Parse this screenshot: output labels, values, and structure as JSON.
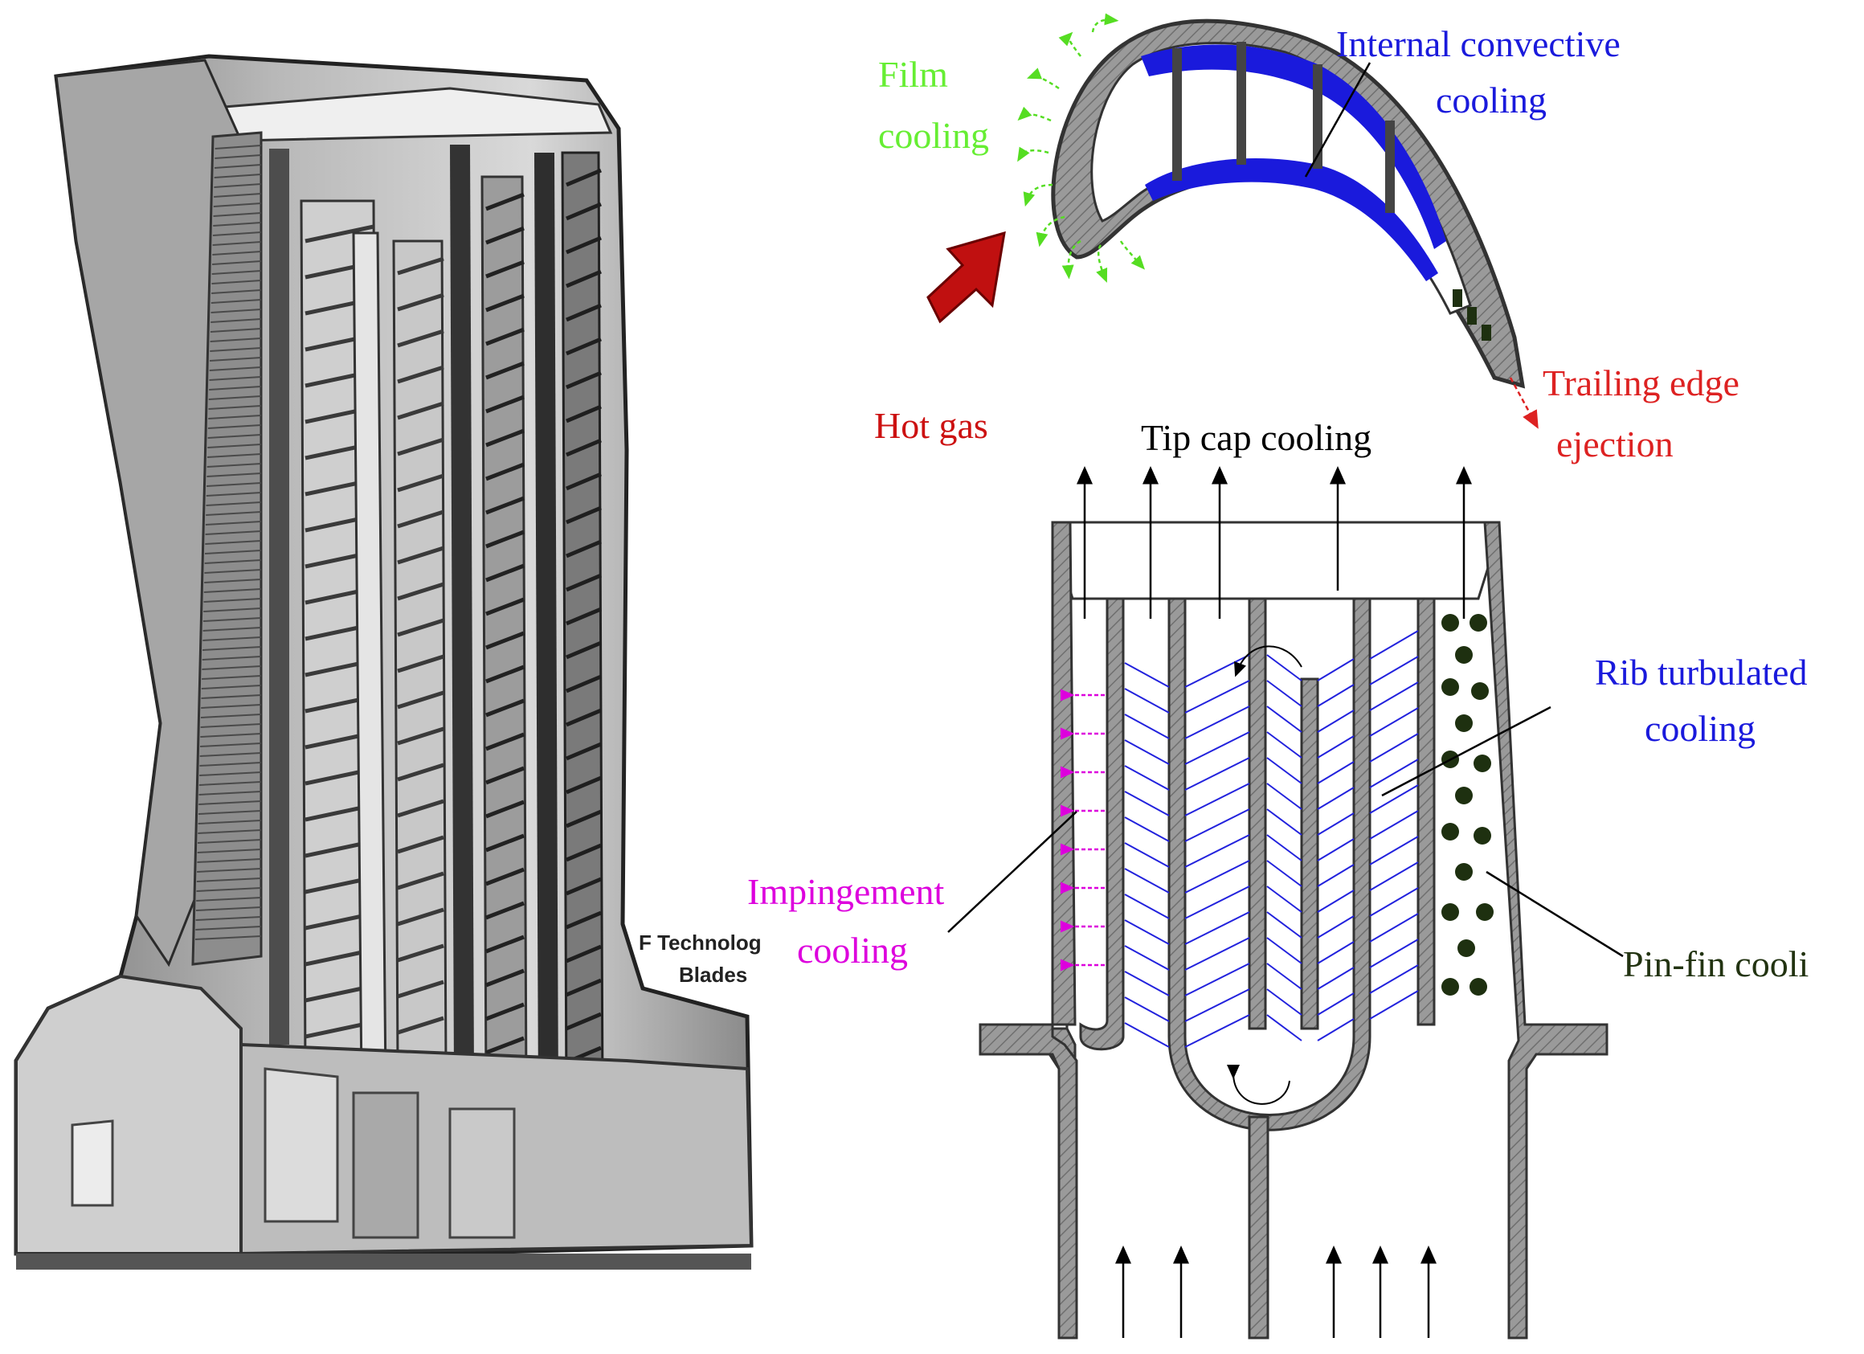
{
  "colors": {
    "film": "#66ee33",
    "internal": "#1a1adc",
    "hot_gas": "#cc1111",
    "trailing": "#dd2222",
    "tip_cap": "#000000",
    "rib": "#2222dd",
    "impingement": "#dd00dd",
    "pin_fin": "#223311",
    "wall_fill": "#8c8c8c",
    "wall_stroke": "#333333"
  },
  "photo": {
    "caption_line1": "F Technolog",
    "caption_line2": "Blades"
  },
  "labels": {
    "film_1": "Film",
    "film_2": "cooling",
    "internal_1": "Internal convective",
    "internal_2": "cooling",
    "hot_gas": "Hot gas",
    "trailing_1": "Trailing edge",
    "trailing_2": "ejection",
    "tip_cap": "Tip cap cooling",
    "rib_1": "Rib turbulated",
    "rib_2": "cooling",
    "impingement_1": "Impingement",
    "impingement_2": "cooling",
    "pin_fin": "Pin-fin cooli"
  }
}
